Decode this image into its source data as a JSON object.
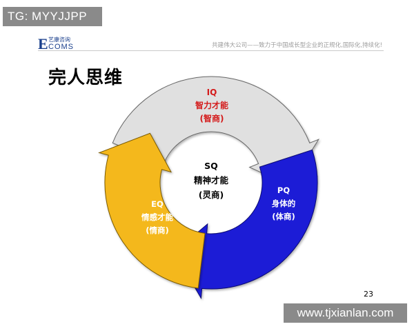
{
  "badge": {
    "text": "TG: MYYJJPP"
  },
  "header": {
    "logo_letter": "E",
    "logo_cn": "艺康咨询",
    "logo_text": "COMS",
    "tagline": "共建伟大公司——致力于中国成长型企业的正规化,国际化,持续化!"
  },
  "slide": {
    "title": "完人思维",
    "page_number": "23"
  },
  "cycle": {
    "colors": {
      "iq": "#e0e0e0",
      "pq": "#1a1ad6",
      "eq": "#f4b81f",
      "iq_text": "#d41a1a",
      "light_text": "#ffffff"
    },
    "iq": {
      "line1": "IQ",
      "line2": "智力才能",
      "line3": "(智商)"
    },
    "pq": {
      "line1": "PQ",
      "line2": "身体的",
      "line3": "(体商)"
    },
    "eq": {
      "line1": "EQ",
      "line2": "情感才能",
      "line3": "(情商)"
    },
    "center": {
      "line1": "SQ",
      "line2": "精神才能",
      "line3": "(灵商)"
    }
  },
  "watermark": {
    "text": "www.tjxianlan.com"
  }
}
